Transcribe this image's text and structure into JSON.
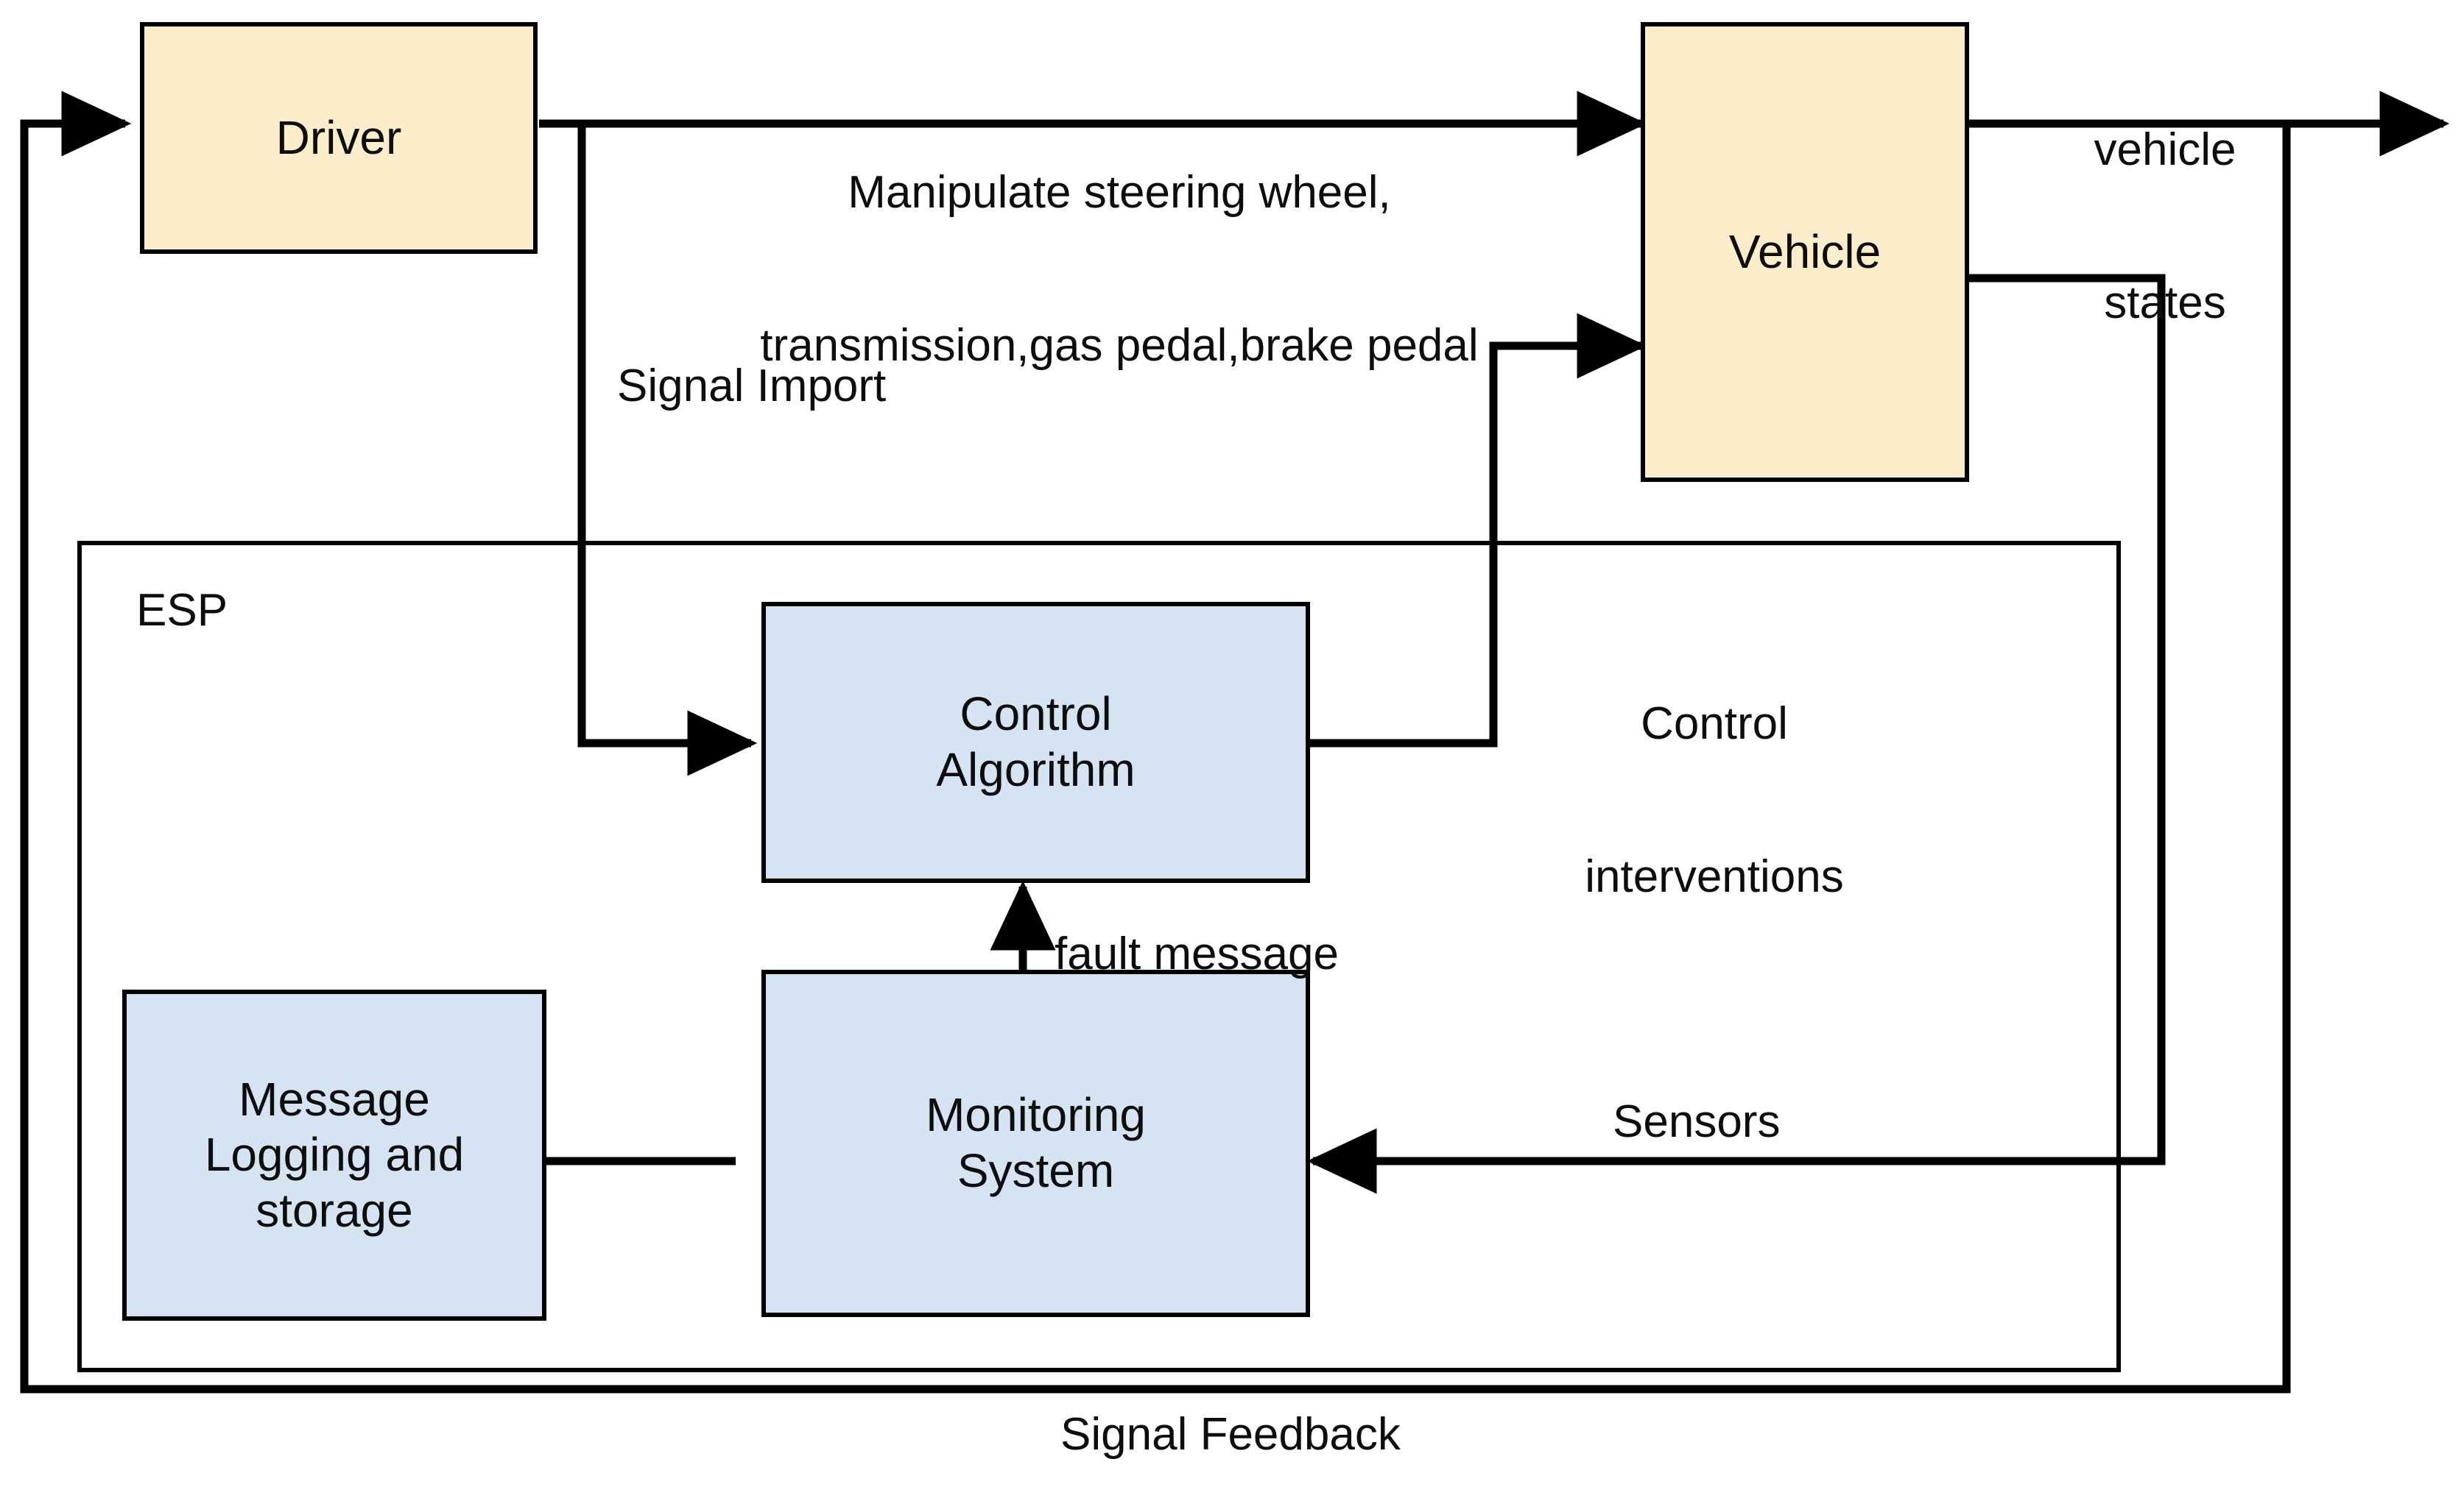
{
  "diagram": {
    "title": "ESP vehicle control block diagram",
    "colors": {
      "box_fill_actor": "#fceecb",
      "box_fill_module": "#d5e3f3",
      "line": "#000000",
      "text": "#0d0d0d",
      "background": "#ffffff"
    },
    "groups": [
      {
        "id": "esp",
        "label": "ESP"
      }
    ],
    "nodes": [
      {
        "id": "driver",
        "label": "Driver",
        "kind": "actor"
      },
      {
        "id": "vehicle",
        "label": "Vehicle",
        "kind": "actor"
      },
      {
        "id": "control_algorithm",
        "label": "Control\nAlgorithm",
        "line1": "Control",
        "line2": "Algorithm",
        "kind": "module"
      },
      {
        "id": "monitoring_system",
        "label": "Monitoring\nSystem",
        "line1": "Monitoring",
        "line2": "System",
        "kind": "module"
      },
      {
        "id": "message_logging",
        "label": "Message\nLogging and\nstorage",
        "line1": "Message",
        "line2": "Logging and",
        "line3": "storage",
        "kind": "module"
      }
    ],
    "edge_labels": {
      "manipulate_line1": "Manipulate steering wheel,",
      "manipulate_line2": "transmission,gas pedal,brake pedal",
      "vehicle_states_line1": "vehicle",
      "vehicle_states_line2": "states",
      "signal_import": "Signal Import",
      "control_interventions_line1": "Control",
      "control_interventions_line2": "interventions",
      "fault_message": "fault message",
      "sensors": "Sensors",
      "signal_feedback": "Signal Feedback"
    },
    "edges": [
      {
        "from": "signal_feedback_loop",
        "to": "driver",
        "label": "Signal Feedback",
        "arrow": "to-driver"
      },
      {
        "from": "driver",
        "to": "vehicle",
        "label": "Manipulate steering wheel, transmission,gas pedal,brake pedal",
        "arrow": "to-vehicle"
      },
      {
        "from": "driver",
        "to": "control_algorithm",
        "label": "Signal Import",
        "arrow": "to-control-algorithm"
      },
      {
        "from": "vehicle",
        "to": "vehicle_states_out",
        "label": "vehicle states",
        "arrow": "to-right-edge"
      },
      {
        "from": "control_algorithm",
        "to": "vehicle",
        "label": "Control interventions",
        "arrow": "to-vehicle"
      },
      {
        "from": "monitoring_system",
        "to": "control_algorithm",
        "label": "fault message",
        "arrow": "to-control-algorithm"
      },
      {
        "from": "vehicle",
        "to": "monitoring_system",
        "label": "Sensors",
        "arrow": "to-monitoring-system"
      },
      {
        "from": "monitoring_system",
        "to": "message_logging",
        "label": "",
        "arrow": "to-message-logging"
      }
    ]
  }
}
